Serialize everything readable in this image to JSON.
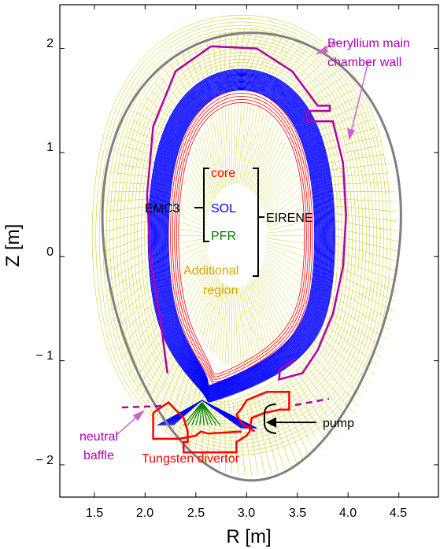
{
  "axes": {
    "xlabel": "R [m]",
    "ylabel": "Z [m]",
    "xticks": [
      "1.5",
      "2.0",
      "2.5",
      "3.0",
      "3.5",
      "4.0",
      "4.5"
    ],
    "yticks": [
      "2",
      "1",
      "0",
      "− 1",
      "− 2"
    ]
  },
  "labels": {
    "beryllium_line1": "Beryllium main",
    "beryllium_line2": "chamber wall",
    "emc3": "EMC3",
    "core": "core",
    "sol": "SOL",
    "pfr": "PFR",
    "eirene": "EIRENE",
    "additional_line1": "Additional",
    "additional_line2": "region",
    "pump": "pump",
    "neutral_line1": "neutral",
    "neutral_line2": "baffle",
    "tungsten": "Tungsten divertor"
  },
  "colors": {
    "core": "#ff0000",
    "sol": "#0000ff",
    "pfr": "#008000",
    "additional": "#d4a800",
    "grid_yellow": "#c8c800",
    "beryllium": "#b000b0",
    "tungsten": "#ff0000",
    "wall": "#808080"
  }
}
